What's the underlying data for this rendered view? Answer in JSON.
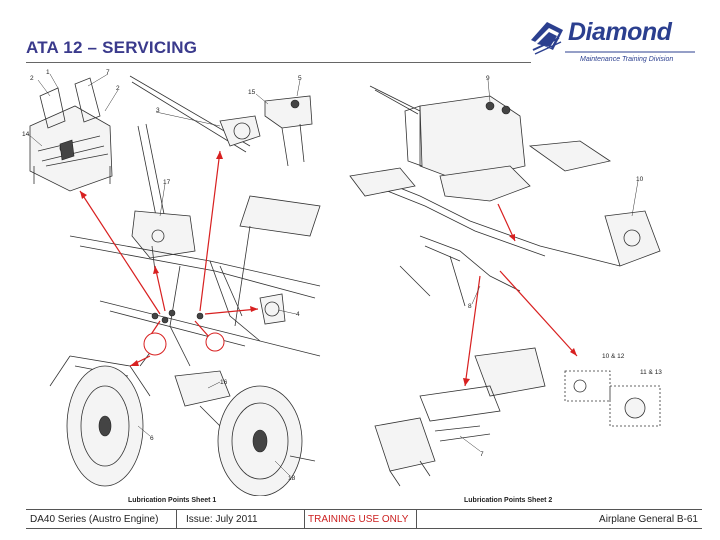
{
  "header": {
    "title": "ATA 12 – SERVICING",
    "logo_name": "Diamond",
    "logo_tagline": "Maintenance Training Division"
  },
  "figure": {
    "sheet1_caption": "Lubrication Points Sheet 1",
    "sheet2_caption": "Lubrication Points Sheet 2",
    "callouts": {
      "n1": "1",
      "n2": "2",
      "n3": "3",
      "n4": "4",
      "n5": "5",
      "n6": "6",
      "n7": "7",
      "n8": "8",
      "n9": "9",
      "n10": "10",
      "n14": "14",
      "n15": "15",
      "n16": "16",
      "n17": "17",
      "n18": "18",
      "n10_12": "10 & 12",
      "n11_13": "11 & 13"
    },
    "arrow_color": "#d82020"
  },
  "footer": {
    "model": "DA40 Series (Austro Engine)",
    "issue": "Issue: July 2011",
    "notice": "TRAINING USE ONLY",
    "page": "Airplane General B-61"
  },
  "colors": {
    "title": "#3a3a8c",
    "brand": "#2b3f8f",
    "notice": "#cc2020"
  }
}
